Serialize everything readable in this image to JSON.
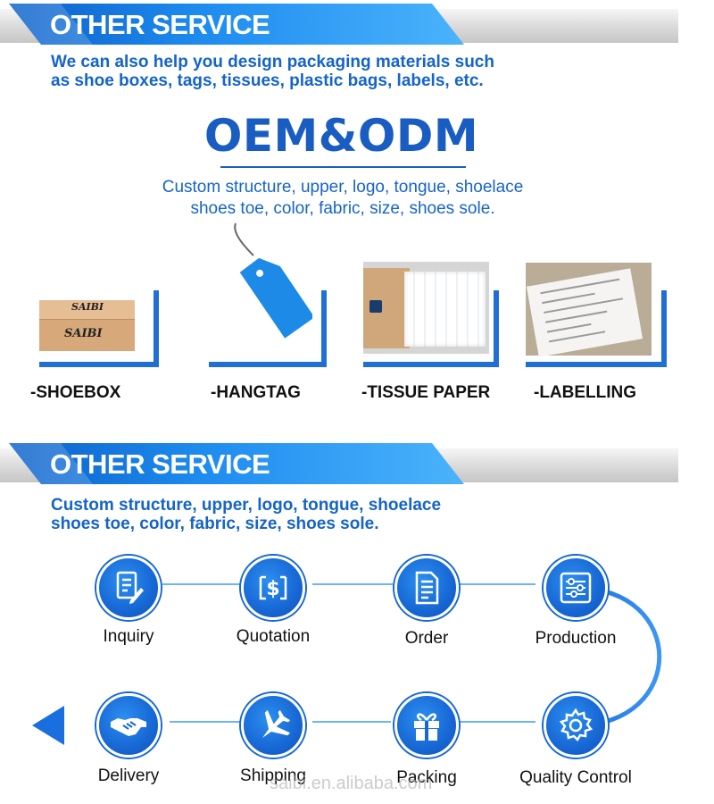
{
  "section1": {
    "title": "OTHER SERVICE",
    "description_lines": [
      "We can also help you design packaging materials such",
      "as shoe boxes, tags, tissues, plastic bags, labels, etc."
    ]
  },
  "oem": {
    "title": "OEM&ODM",
    "description_lines": [
      "Custom structure, upper, logo, tongue, shoelace",
      "shoes toe, color, fabric, size, shoes sole."
    ]
  },
  "products": [
    {
      "label": "-SHOEBOX",
      "icon": "shoebox-image"
    },
    {
      "label": "-HANGTAG",
      "icon": "hangtag-image"
    },
    {
      "label": "-TISSUE PAPER",
      "icon": "tissue-paper-image"
    },
    {
      "label": "-LABELLING",
      "icon": "label-image"
    }
  ],
  "shoebox_logo": "SAIBI",
  "section2": {
    "title": "OTHER SERVICE",
    "description_lines": [
      "Custom structure, upper, logo, tongue, shoelace",
      "shoes toe, color, fabric, size, shoes sole."
    ]
  },
  "process": {
    "steps": [
      {
        "label": "Inquiry",
        "icon": "inquiry-document-icon"
      },
      {
        "label": "Quotation",
        "icon": "quotation-dollar-icon"
      },
      {
        "label": "Order",
        "icon": "order-list-icon"
      },
      {
        "label": "Production",
        "icon": "production-sliders-icon"
      },
      {
        "label": "Quality Control",
        "icon": "quality-gear-icon"
      },
      {
        "label": "Packing",
        "icon": "packing-gift-icon"
      },
      {
        "label": "Shipping",
        "icon": "shipping-plane-icon"
      },
      {
        "label": "Delivery",
        "icon": "delivery-handshake-icon"
      }
    ]
  },
  "watermark": "saibi.en.alibaba.com",
  "colors": {
    "brand_blue": "#1564c9",
    "circle_blue": "#1767d4",
    "path_blue": "#2a7ee8"
  }
}
